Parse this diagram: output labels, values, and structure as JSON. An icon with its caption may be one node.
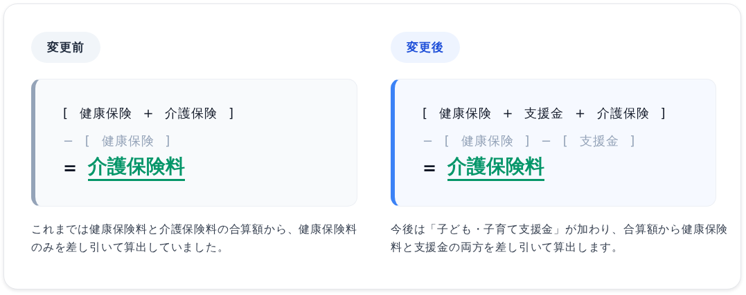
{
  "diagram": {
    "nodes": [
      {
        "text": [
          "変更前"
        ]
      },
      {
        "text": [
          "[ 健康保険 + 介護保険 ]",
          "− [ 健康保険 ]",
          "=",
          "介護保険料"
        ]
      },
      {
        "text": [
          "変更後"
        ]
      },
      {
        "text": [
          "[ 健康保険 + 支援金 + 介護保険 ]",
          "− [ 健康保険 ] − [ 支援金 ]",
          "=",
          "介護保険料"
        ]
      }
    ],
    "labels": [
      "これまでは健康保険料と介護保険料の合算額から、健康保険料のみを差し引いて算出していました。",
      "今後は「子ども・子育て支援金」が加わり、合算額から健康保険料と支援金の両方を差し引いて算出します。"
    ]
  }
}
